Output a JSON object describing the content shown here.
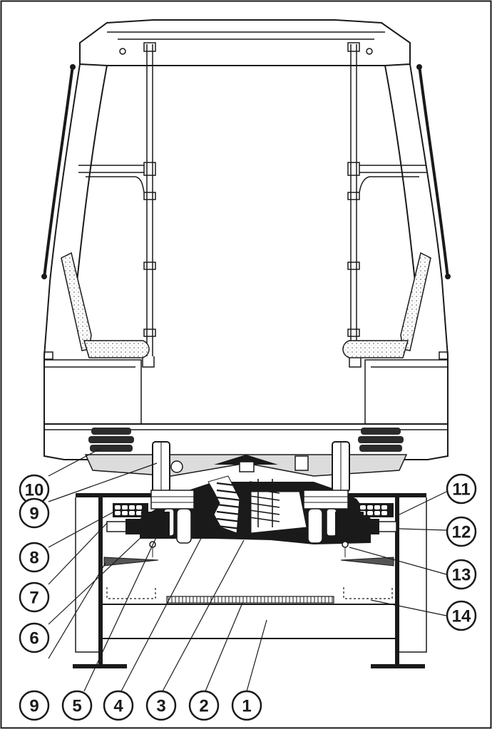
{
  "figure": {
    "subject": "tram-cross-section-with-bogie-and-suspension",
    "colors": {
      "ink": "#1a1a1a",
      "paper": "#ffffff",
      "seat_fabric": "#f1f1f1",
      "spring_dark": "#2b2b2b"
    }
  },
  "callouts": {
    "c1": "1",
    "c2": "2",
    "c3": "3",
    "c4": "4",
    "c5": "5",
    "c6": "6",
    "c7": "7",
    "c8": "8",
    "c9a": "9",
    "c9b": "9",
    "c10": "10",
    "c11": "11",
    "c12": "12",
    "c13": "13",
    "c14": "14"
  }
}
